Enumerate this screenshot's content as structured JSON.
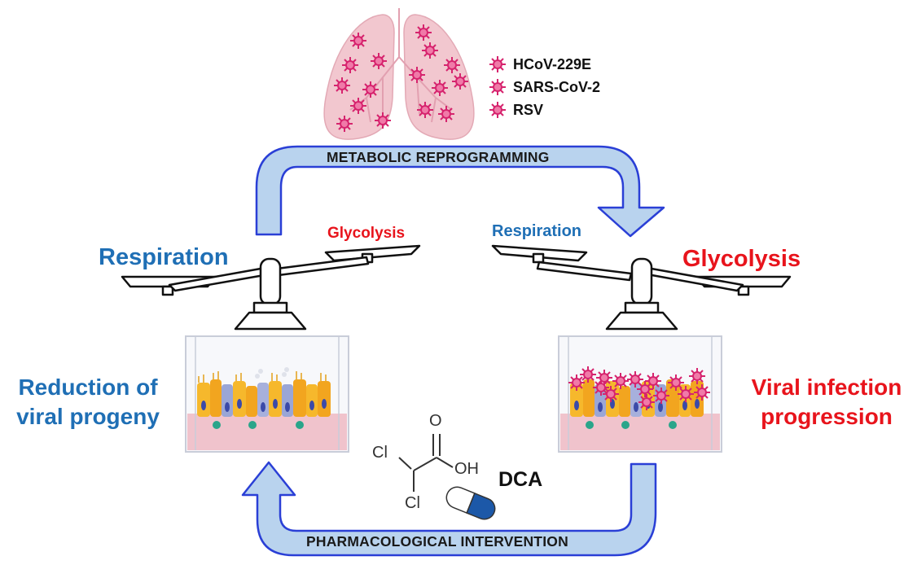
{
  "legend": {
    "items": [
      {
        "label": "HCoV-229E"
      },
      {
        "label": "SARS-CoV-2"
      },
      {
        "label": "RSV"
      }
    ]
  },
  "arrows": {
    "top_label": "METABOLIC REPROGRAMMING",
    "bottom_label": "PHARMACOLOGICAL INTERVENTION"
  },
  "left_balance": {
    "heavy_label": "Respiration",
    "light_label": "Glycolysis"
  },
  "right_balance": {
    "light_label": "Respiration",
    "heavy_label": "Glycolysis"
  },
  "left_outcome": {
    "line1": "Reduction of",
    "line2": "viral progeny"
  },
  "right_outcome": {
    "line1": "Viral infection",
    "line2": "progression"
  },
  "drug": {
    "name": "DCA",
    "atom_cl": "Cl",
    "atom_o": "O",
    "atom_oh": "OH"
  },
  "colors": {
    "arrow_fill": "#b9d3ee",
    "arrow_stroke": "#2a3fd6",
    "virus": "#d6246e",
    "lung": "#f2c7cf",
    "respiration_blue": "#1f6fb5",
    "glycolysis_red": "#e8141c"
  }
}
